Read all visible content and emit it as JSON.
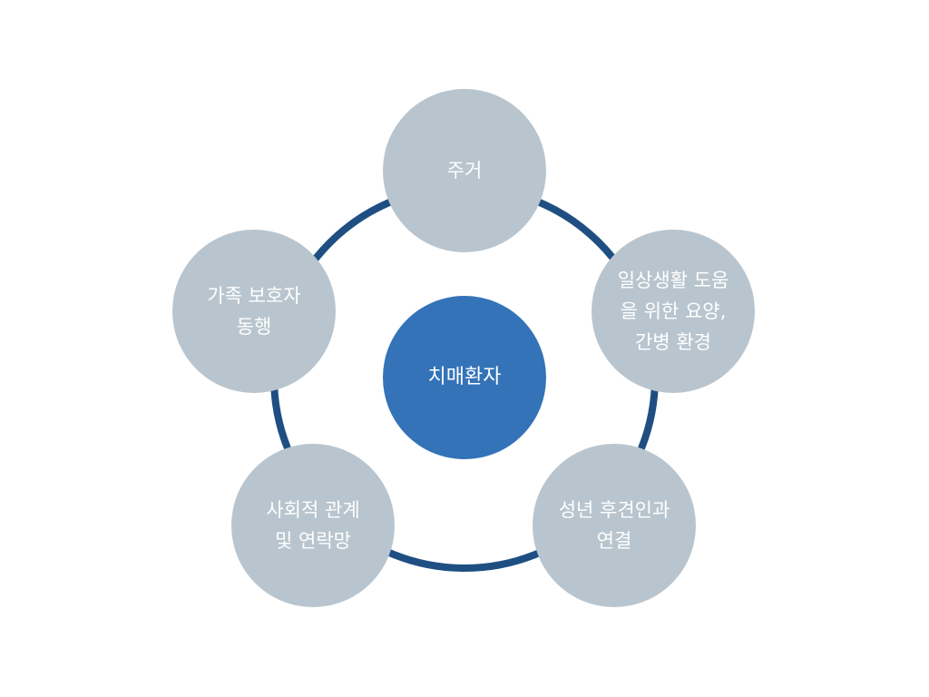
{
  "diagram": {
    "center": {
      "label": "치매환자",
      "color": "#3473b8"
    },
    "ring_color": "#1f4f82",
    "outer_node_color": "#b9c5ce",
    "nodes": [
      {
        "lines": [
          "주거"
        ]
      },
      {
        "lines": [
          "일상생활 도움",
          "을 위한 요양,",
          "간병 환경"
        ]
      },
      {
        "lines": [
          "성년 후견인과",
          "연결"
        ]
      },
      {
        "lines": [
          "사회적 관계",
          "및 연락망"
        ]
      },
      {
        "lines": [
          "가족 보호자",
          "동행"
        ]
      }
    ]
  }
}
